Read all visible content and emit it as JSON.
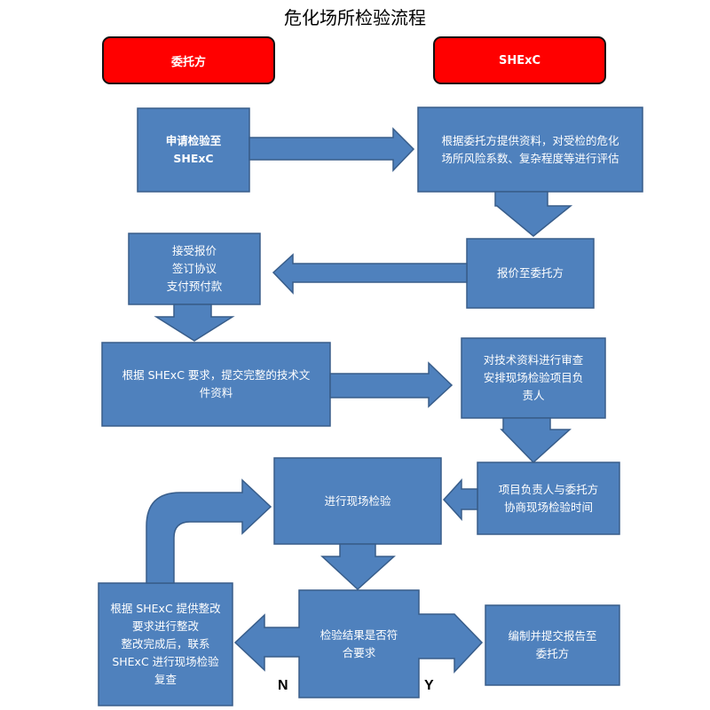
{
  "title": "危化场所检验流程",
  "colors": {
    "box_fill": "#4f81bd",
    "box_stroke": "#385d8a",
    "lane_fill": "#ff0000",
    "lane_stroke": "#111111"
  },
  "lanes": {
    "client": "委托方",
    "agency": "SHExC"
  },
  "nodes": {
    "apply": "申请检验至\nSHExC",
    "evaluate": "根据委托方提供资料，对受检的危化\n场所风险系数、复杂程度等进行评估",
    "quote": "报价至委托方",
    "accept": "接受报价\n签订协议\n支付预付款",
    "submit_docs": "根据 SHExC 要求，提交完整的技术文\n件资料",
    "review": "对技术资料进行审查\n安排现场检验项目负\n责人",
    "schedule": "项目负责人与委托方\n协商现场检验时间",
    "inspect": "进行现场检验",
    "decision": "检验结果是否符\n合要求",
    "report": "编制并提交报告至\n委托方",
    "rectify": "根据 SHExC 提供整改\n要求进行整改\n整改完成后，联系\nSHExC 进行现场检验\n复查"
  },
  "branch_labels": {
    "no": "N",
    "yes": "Y"
  }
}
